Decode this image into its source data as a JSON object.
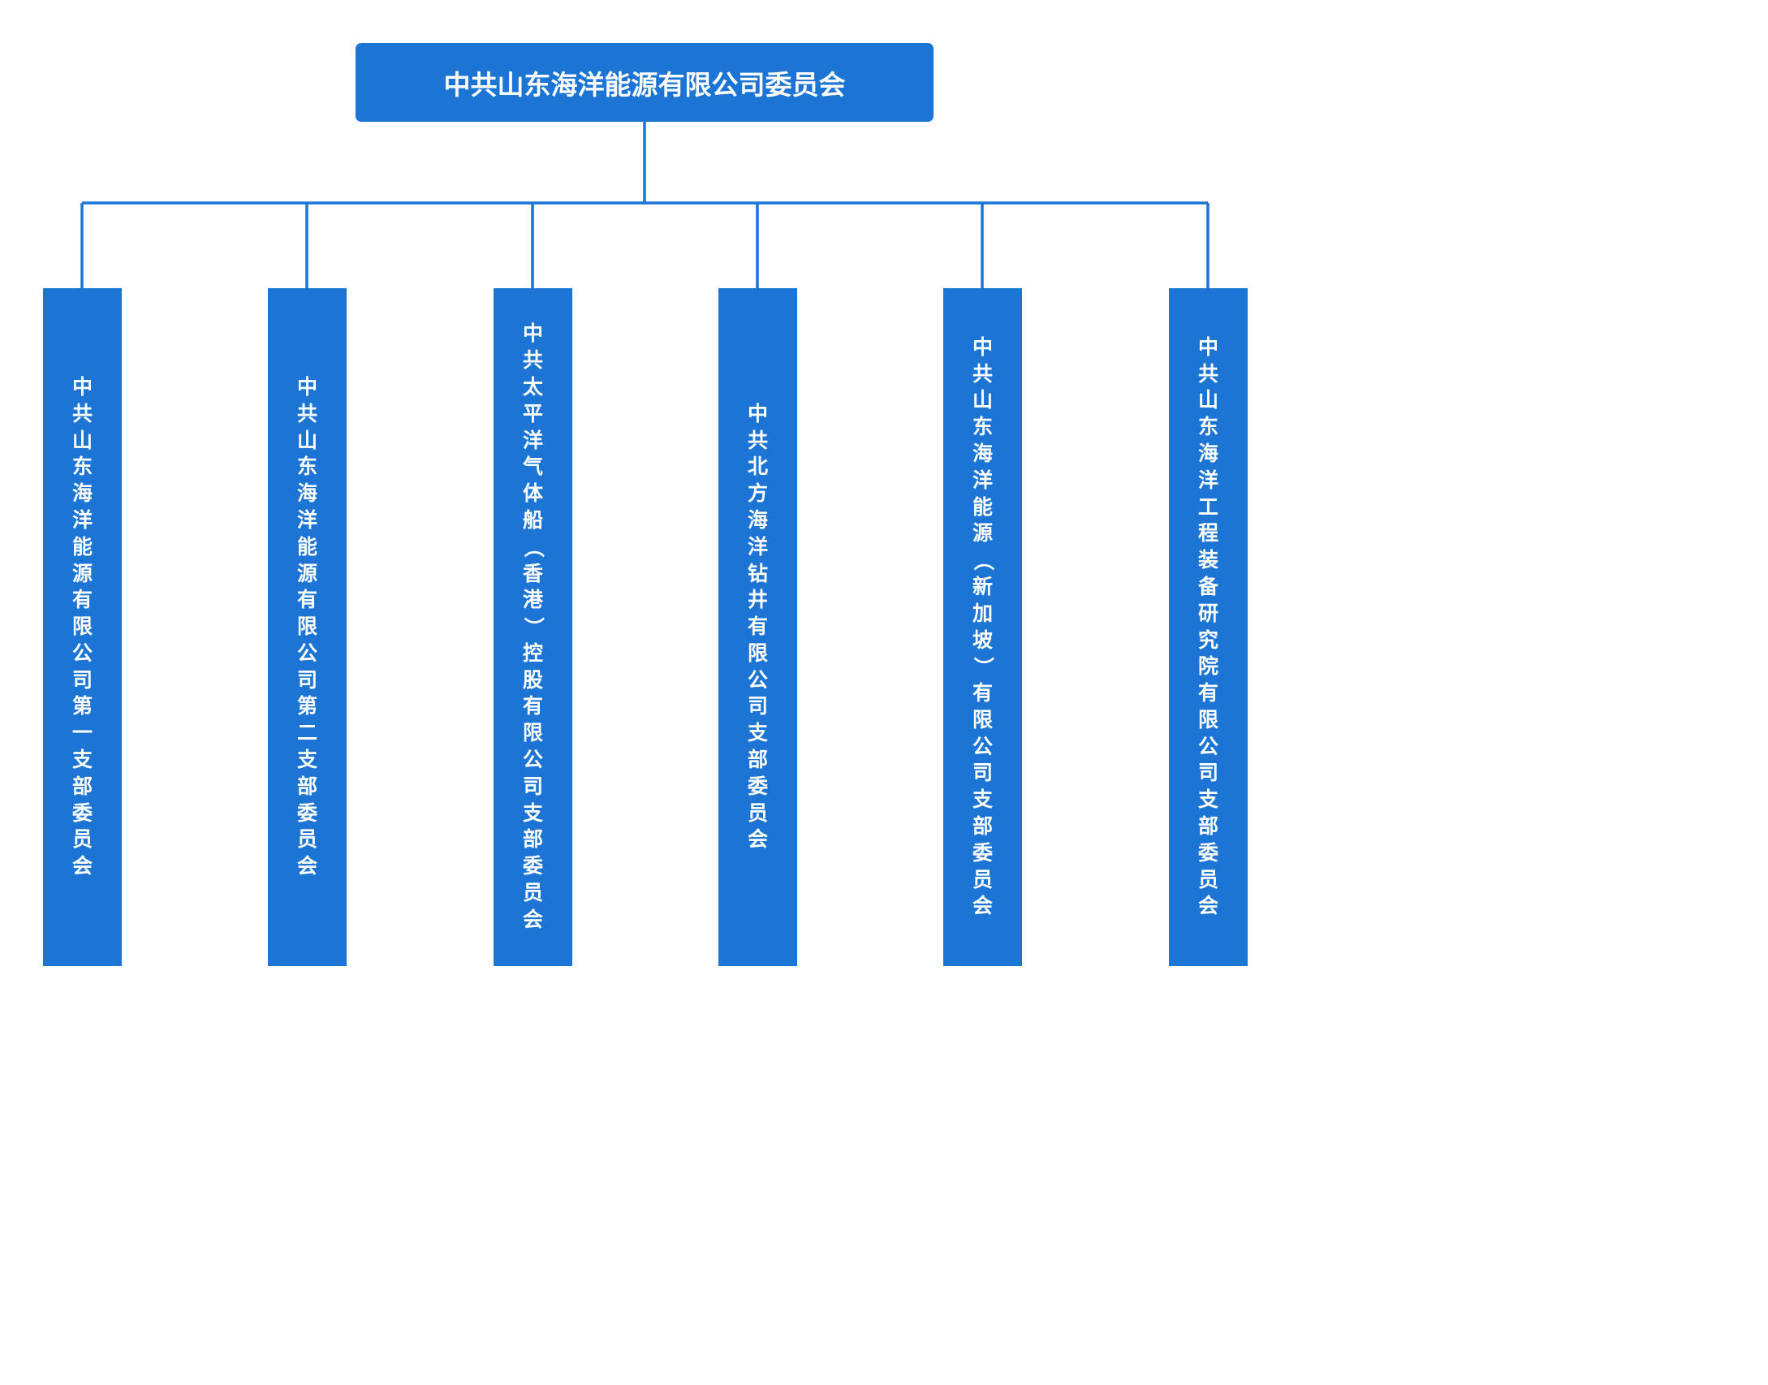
{
  "colors": {
    "box_fill": "#1c75d4",
    "line": "#1c75d4",
    "text": "#ffffff",
    "background": "#ffffff"
  },
  "root": {
    "label": "中共山东海洋能源有限公司委员会"
  },
  "children": [
    {
      "label": "中共山东海洋能源有限公司第一支部委员会"
    },
    {
      "label": "中共山东海洋能源有限公司第二支部委员会"
    },
    {
      "label": "中共太平洋气体船（香港）控股有限公司支部委员会"
    },
    {
      "label": "中共北方海洋钻井有限公司支部委员会"
    },
    {
      "label": "中共山东海洋能源（新加坡）有限公司支部委员会"
    },
    {
      "label": "中共山东海洋工程装备研究院有限公司支部委员会"
    }
  ]
}
